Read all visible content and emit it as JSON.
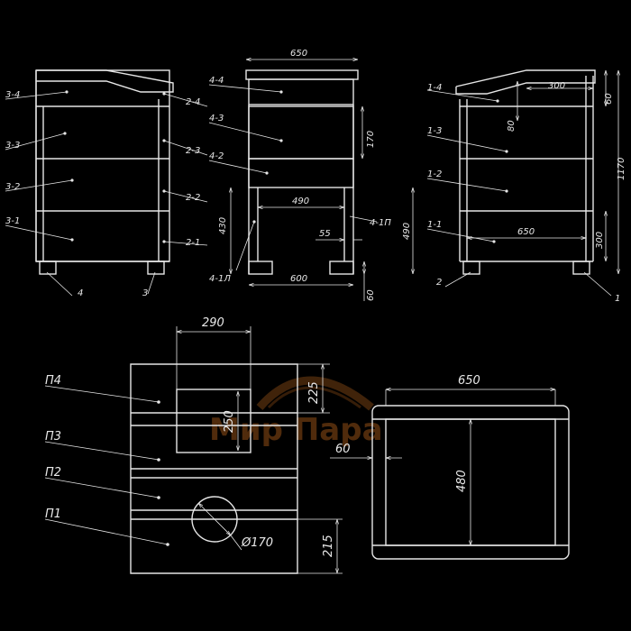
{
  "colors": {
    "background": "#000000",
    "line": "#e6e6e6",
    "watermark": "#6b3a10"
  },
  "watermark": "Мир Пара",
  "views": {
    "left_side": {
      "parts": [
        "3-4",
        "3-3",
        "3-2",
        "3-1",
        "2-4",
        "2-3",
        "2-2",
        "2-1"
      ],
      "legs": [
        "4",
        "3"
      ]
    },
    "front": {
      "parts": [
        "4-4",
        "4-3",
        "4-2",
        "4-1Л",
        "4-1П"
      ],
      "dims": {
        "top_width": "650",
        "door_height": "170",
        "door_width": "490",
        "leg_height": "430",
        "opening_height": "490",
        "side_gap": "55",
        "base_width": "600",
        "leg_depth": "60"
      }
    },
    "right_side": {
      "parts": [
        "1-4",
        "1-3",
        "1-2",
        "1-1"
      ],
      "legs": [
        "2",
        "1"
      ],
      "dims": {
        "roof_overhang": "300",
        "roof_rise": "60",
        "roof_drop": "80",
        "total_height": "1170",
        "depth": "650",
        "lower_height": "300"
      }
    },
    "panels": {
      "labels": [
        "П4",
        "П3",
        "П2",
        "П1"
      ],
      "dims": {
        "cutout_width": "290",
        "cutout_height": "250",
        "top_height": "225",
        "hole_diameter": "Ø170",
        "bottom_height": "215"
      }
    },
    "frame": {
      "dims": {
        "width": "650",
        "height": "480",
        "rail": "60"
      }
    }
  }
}
